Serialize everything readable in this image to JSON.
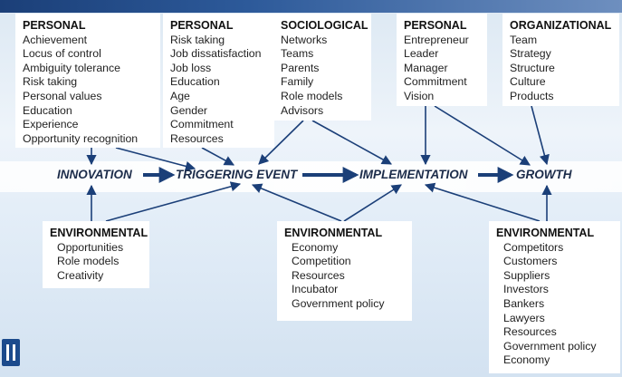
{
  "boxes": {
    "personal_1": {
      "header": "PERSONAL",
      "items": [
        "Achievement",
        "Locus of control",
        "Ambiguity tolerance",
        "Risk taking",
        "Personal values",
        "Education",
        "Experience",
        "Opportunity recognition"
      ]
    },
    "personal_2": {
      "header": "PERSONAL",
      "items": [
        "Risk taking",
        "Job dissatisfaction",
        "Job loss",
        "Education",
        "Age",
        "Gender",
        "Commitment",
        "Resources"
      ]
    },
    "sociological": {
      "header": "SOCIOLOGICAL",
      "items": [
        "Networks",
        "Teams",
        "Parents",
        "Family",
        "Role models",
        "Advisors"
      ]
    },
    "personal_3": {
      "header": "PERSONAL",
      "items": [
        "Entrepreneur",
        "Leader",
        "Manager",
        "Commitment",
        "Vision"
      ]
    },
    "organizational": {
      "header": "ORGANIZATIONAL",
      "items": [
        "Team",
        "Strategy",
        "Structure",
        "Culture",
        "Products"
      ]
    },
    "environmental_1": {
      "header": "ENVIRONMENTAL",
      "items": [
        "Opportunities",
        "Role models",
        "Creativity"
      ]
    },
    "environmental_2": {
      "header": "ENVIRONMENTAL",
      "items": [
        "Economy",
        "Competition",
        "Resources",
        "Incubator",
        "Government policy"
      ]
    },
    "environmental_3": {
      "header": "ENVIRONMENTAL",
      "items": [
        "Competitors",
        "Customers",
        "Suppliers",
        "Investors",
        "Bankers",
        "Lawyers",
        "Resources",
        "Government policy",
        "Economy"
      ]
    }
  },
  "stages": {
    "innovation": "INNOVATION",
    "triggering_event": "TRIGGERING EVENT",
    "implementation": "IMPLEMENTATION",
    "growth": "GROWTH"
  },
  "colors": {
    "arrow": "#1b3f78",
    "stage_text": "#1c2c4a",
    "box_bg": "#ffffff"
  }
}
